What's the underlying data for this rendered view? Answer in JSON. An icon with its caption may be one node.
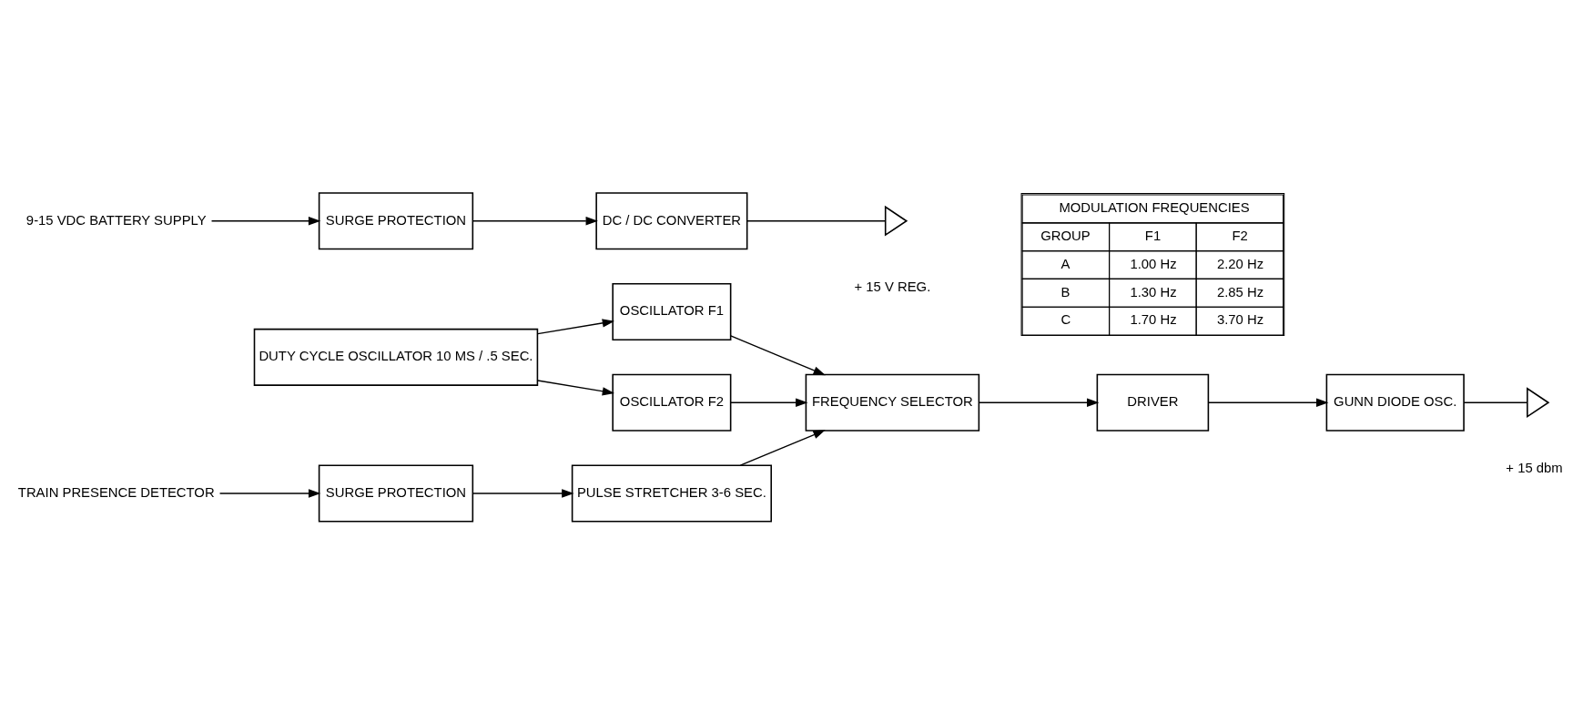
{
  "diagram": {
    "nodes": [
      {
        "text": [
          "DUTY CYCLE OSCILLATOR 10 MS / .5 SEC."
        ]
      },
      {
        "text": [
          "OSCILLATOR F1"
        ]
      },
      {
        "text": [
          "OSCILLATOR F2"
        ]
      },
      {
        "text": [
          "TRAIN PRESENCE DETECTOR"
        ]
      },
      {
        "text": [
          "SURGE PROTECTION"
        ]
      },
      {
        "text": [
          "PULSE STRETCHER 3-6 SEC."
        ]
      },
      {
        "text": [
          "FREQUENCY SELECTOR"
        ]
      },
      {
        "text": [
          "DRIVER"
        ]
      },
      {
        "text": [
          "GUNN DIODE OSC."
        ]
      },
      {
        "text": [],
        "shape": "triangle",
        "beside": [
          "+ 15 dbm"
        ]
      },
      {
        "text": [
          "9-15 VDC BATTERY SUPPLY"
        ]
      },
      {
        "text": [
          "SURGE PROTECTION"
        ]
      },
      {
        "text": [
          "DC / DC CONVERTER"
        ]
      },
      {
        "text": [],
        "shape": "triangle",
        "beside": [
          "+ 15 V REG."
        ]
      }
    ],
    "edges": [
      {
        "from": 0,
        "to": 1,
        "arrow": "to"
      },
      {
        "from": 0,
        "to": 2,
        "arrow": "to"
      },
      {
        "from": 1,
        "to": 6,
        "arrow": "to"
      },
      {
        "from": 2,
        "to": 6,
        "arrow": "to"
      },
      {
        "from": 3,
        "to": 4,
        "arrow": "to"
      },
      {
        "from": 4,
        "to": 5,
        "arrow": "to"
      },
      {
        "from": 5,
        "to": 6,
        "arrow": "to"
      },
      {
        "from": 6,
        "to": 7,
        "arrow": "to"
      },
      {
        "from": 7,
        "to": 8,
        "arrow": "to"
      },
      {
        "from": 8,
        "to": 9,
        "arrow": "none"
      },
      {
        "from": 10,
        "to": 11,
        "arrow": "to"
      },
      {
        "from": 11,
        "to": 12,
        "arrow": "to"
      },
      {
        "from": 12,
        "to": 13,
        "arrow": "none"
      }
    ],
    "labels": [
      "MODULATION FREQUENCIES",
      "GROUP",
      "F1",
      "F2",
      "A",
      "1.00 Hz",
      "2.20 Hz",
      "B",
      "1.30 Hz",
      "2.85 Hz",
      "C",
      "1.70 Hz",
      "3.70 Hz"
    ]
  }
}
